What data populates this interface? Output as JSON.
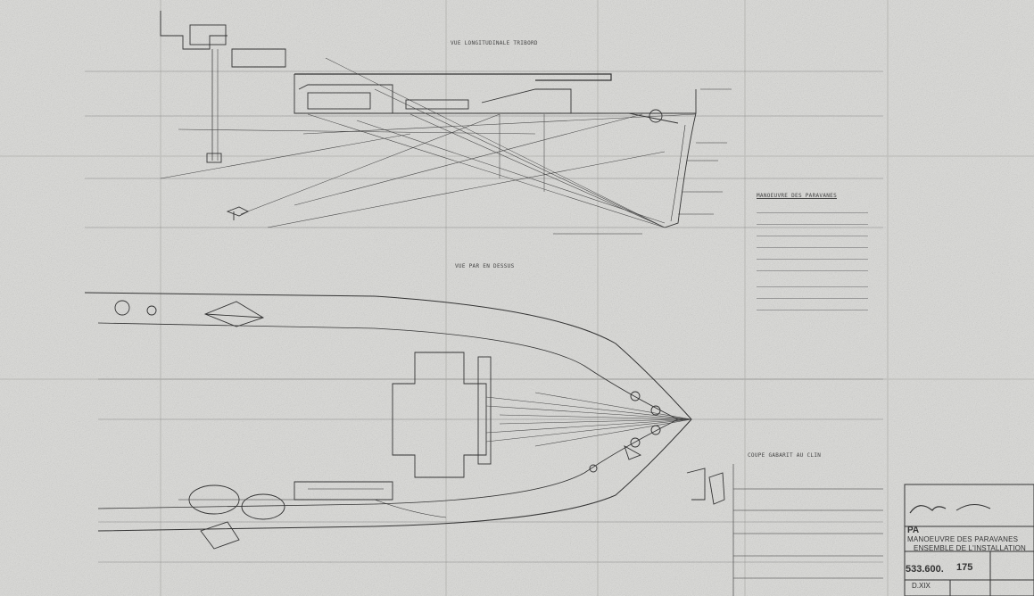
{
  "drawing": {
    "views": {
      "elevation_label": "VUE LONGITUDINALE TRIBORD",
      "plan_label": "VUE PAR EN DESSUS",
      "section_label": "COUPE GABARIT AU CLIN",
      "notes_title": "MANOEUVRE DES PARAVANES"
    },
    "title_block": {
      "prefix": "PA",
      "title_line1": "MANOEUVRE DES PARAVANES",
      "title_line2": "ENSEMBLE DE L'INSTALLATION",
      "drawing_number": "533.600.",
      "sheet": "175",
      "series": "D.XIX"
    },
    "colors": {
      "paper": "#d9d9d6",
      "ink": "#3a3a3a",
      "grid": "#b5b5b2"
    }
  }
}
